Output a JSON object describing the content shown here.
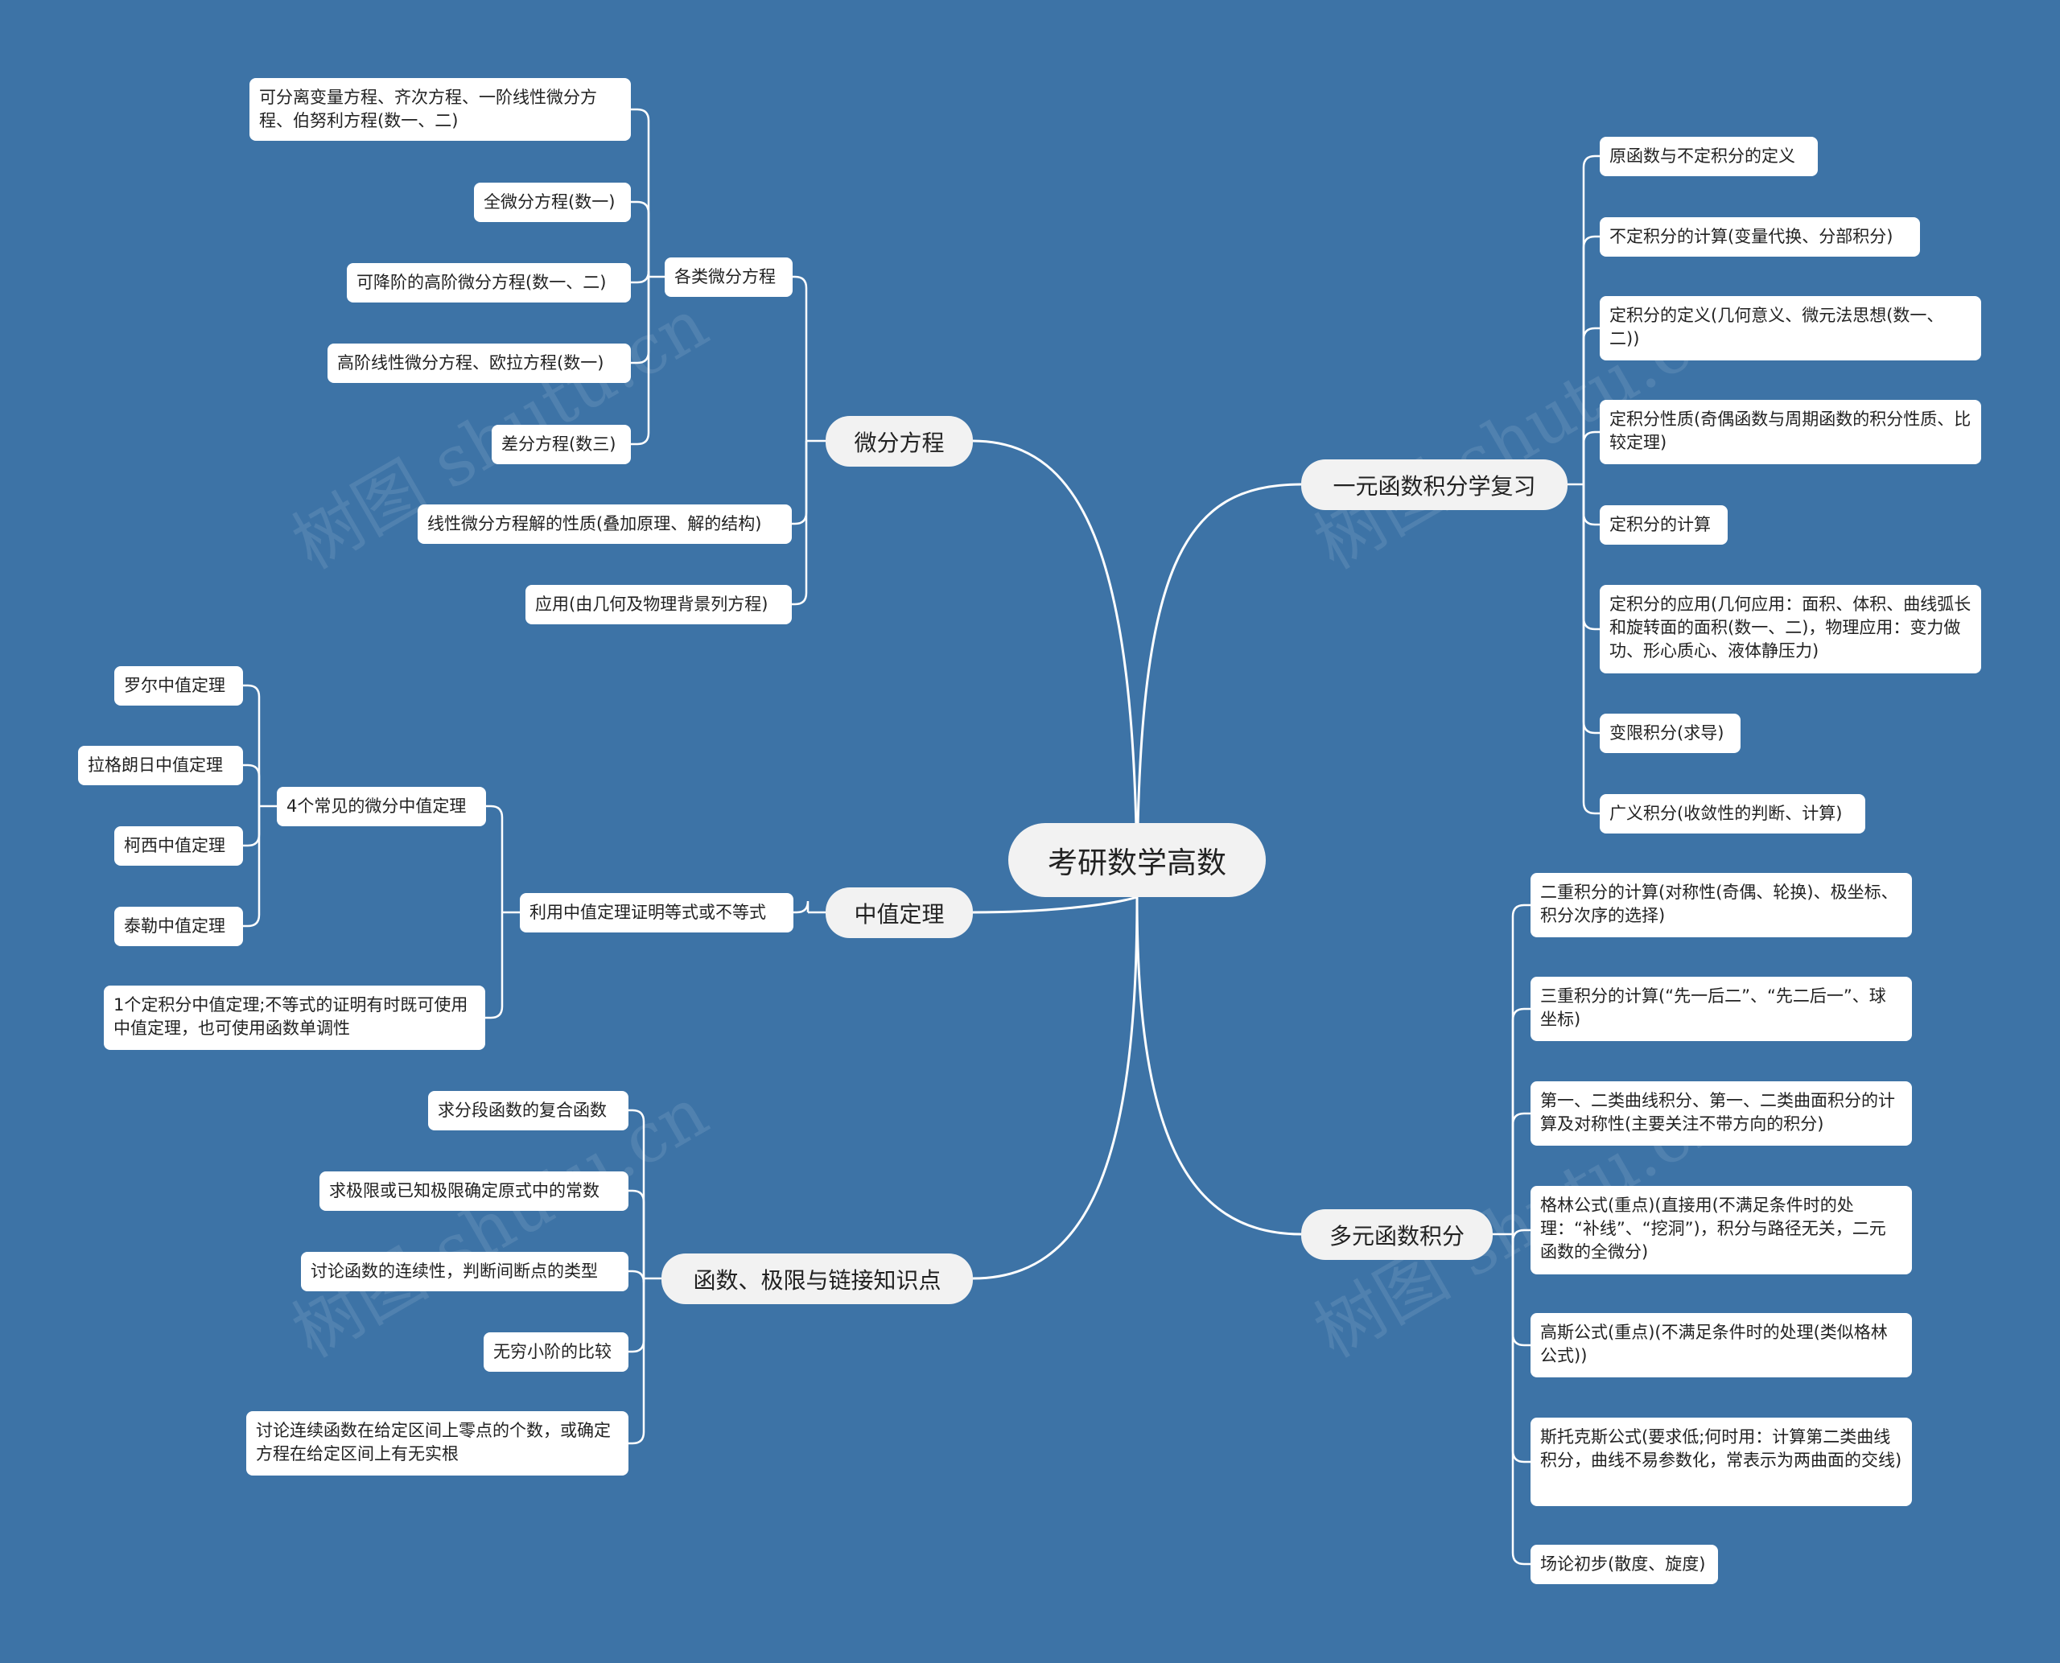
{
  "root": "考研数学高数",
  "branches": {
    "de": "微分方程",
    "mvt": "中值定理",
    "func": "函数、极限与链接知识点",
    "single": "一元函数积分学复习",
    "multi": "多元函数积分"
  },
  "sub": {
    "de_types": "各类微分方程",
    "mvt_four": "4个常见的微分中值定理",
    "mvt_use": "利用中值定理证明等式或不等式"
  },
  "leaves": {
    "de_types": [
      "可分离变量方程、齐次方程、一阶线性微分方程、伯努利方程(数一、二)",
      "全微分方程(数一)",
      "可降阶的高阶微分方程(数一、二)",
      "高阶线性微分方程、欧拉方程(数一)",
      "差分方程(数三)"
    ],
    "de": [
      "线性微分方程解的性质(叠加原理、解的结构)",
      "应用(由几何及物理背景列方程)"
    ],
    "mvt_four": [
      "罗尔中值定理",
      "拉格朗日中值定理",
      "柯西中值定理",
      "泰勒中值定理"
    ],
    "mvt": [
      "1个定积分中值定理;不等式的证明有时既可使用中值定理，也可使用函数单调性"
    ],
    "func": [
      "求分段函数的复合函数",
      "求极限或已知极限确定原式中的常数",
      "讨论函数的连续性，判断间断点的类型",
      "无穷小阶的比较",
      "讨论连续函数在给定区间上零点的个数，或确定方程在给定区间上有无实根"
    ],
    "single": [
      "原函数与不定积分的定义",
      "不定积分的计算(变量代换、分部积分)",
      "定积分的定义(几何意义、微元法思想(数一、二))",
      "定积分性质(奇偶函数与周期函数的积分性质、比较定理)",
      "定积分的计算",
      "定积分的应用(几何应用：面积、体积、曲线弧长和旋转面的面积(数一、二)，物理应用：变力做功、形心质心、液体静压力)",
      "变限积分(求导)",
      "广义积分(收敛性的判断、计算)"
    ],
    "multi": [
      "二重积分的计算(对称性(奇偶、轮换)、极坐标、积分次序的选择)",
      "三重积分的计算(“先一后二”、“先二后一”、球坐标)",
      "第一、二类曲线积分、第一、二类曲面积分的计算及对称性(主要关注不带方向的积分)",
      "格林公式(重点)(直接用(不满足条件时的处理：“补线”、“挖洞”)，积分与路径无关，二元函数的全微分)",
      "高斯公式(重点)(不满足条件时的处理(类似格林公式))",
      "斯托克斯公式(要求低;何时用：计算第二类曲线积分，曲线不易参数化，常表示为两曲面的交线)",
      "场论初步(散度、旋度)"
    ]
  },
  "watermark": "树图 shutu.cn",
  "colors": {
    "background": "#3d73a6",
    "line": "#ffffff",
    "node": "#ffffff",
    "topic": "#f2f2f2"
  }
}
